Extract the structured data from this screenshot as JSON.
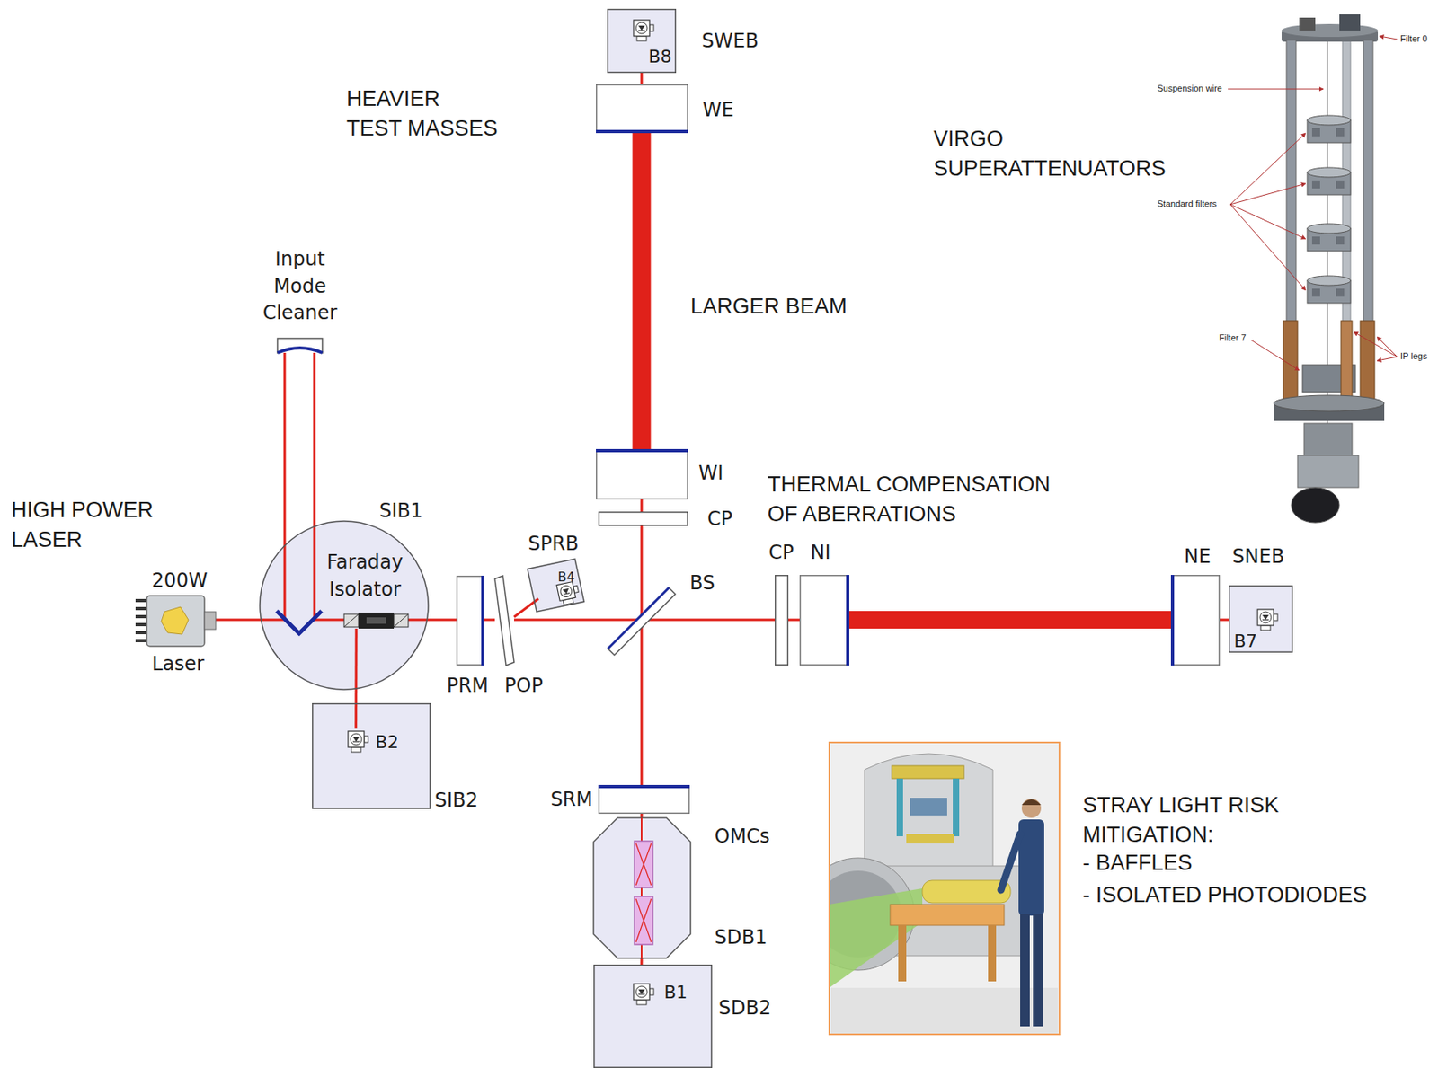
{
  "diagram": {
    "nodes": [
      {
        "text": [
          "SWEB",
          "B8"
        ]
      },
      {
        "text": [
          "WE"
        ]
      },
      {
        "text": [
          "Input Mode Cleaner"
        ]
      },
      {
        "text": [
          "WI"
        ]
      },
      {
        "text": [
          "CP"
        ]
      },
      {
        "text": [
          "200W",
          "Laser"
        ]
      },
      {
        "text": [
          "SIB1"
        ]
      },
      {
        "text": [
          "Faraday Isolator"
        ],
        "in": 6
      },
      {
        "text": [
          "SPRB",
          "B4"
        ]
      },
      {
        "text": [
          "PRM"
        ]
      },
      {
        "text": [
          "POP"
        ]
      },
      {
        "text": [
          "BS"
        ]
      },
      {
        "text": [
          "CP"
        ]
      },
      {
        "text": [
          "NI"
        ]
      },
      {
        "text": [
          "NE"
        ]
      },
      {
        "text": [
          "SNEB",
          "B7"
        ]
      },
      {
        "text": [
          "SIB2",
          "B2"
        ]
      },
      {
        "text": [
          "SRM"
        ]
      },
      {
        "text": [
          "OMCs",
          "SDB1"
        ]
      },
      {
        "text": [
          "SDB2",
          "B1"
        ]
      }
    ],
    "edges": [
      {
        "from": 5,
        "to": 2,
        "arrow": "none"
      },
      {
        "from": 2,
        "to": 7,
        "arrow": "none"
      },
      {
        "from": 7,
        "to": 9,
        "arrow": "none"
      },
      {
        "from": 7,
        "to": 16,
        "arrow": "none"
      },
      {
        "from": 9,
        "to": 10,
        "arrow": "none"
      },
      {
        "from": 10,
        "to": 8,
        "arrow": "none"
      },
      {
        "from": 10,
        "to": 11,
        "arrow": "none"
      },
      {
        "from": 11,
        "to": 12,
        "arrow": "none"
      },
      {
        "from": 12,
        "to": 13,
        "arrow": "none"
      },
      {
        "from": 13,
        "to": 14,
        "arrow": "none"
      },
      {
        "from": 14,
        "to": 15,
        "arrow": "none"
      },
      {
        "from": 11,
        "to": 4,
        "arrow": "none"
      },
      {
        "from": 4,
        "to": 3,
        "arrow": "none"
      },
      {
        "from": 3,
        "to": 1,
        "arrow": "none"
      },
      {
        "from": 1,
        "to": 0,
        "arrow": "none"
      },
      {
        "from": 11,
        "to": 17,
        "arrow": "none"
      },
      {
        "from": 17,
        "to": 18,
        "arrow": "none"
      },
      {
        "from": 18,
        "to": 19,
        "arrow": "none"
      }
    ],
    "labels": [
      "HEAVIER TEST MASSES",
      "LARGER BEAM",
      "VIRGO SUPERATTENUATORS",
      "THERMAL COMPENSATION OF ABERRATIONS",
      "HIGH POWER LASER",
      "STRAY LIGHT RISK MITIGATION:",
      "- BAFFLES",
      "- ISOLATED PHOTODIODES",
      "Filter 0",
      "Suspension wire",
      "Standard filters",
      "Filter 7",
      "IP legs"
    ]
  }
}
